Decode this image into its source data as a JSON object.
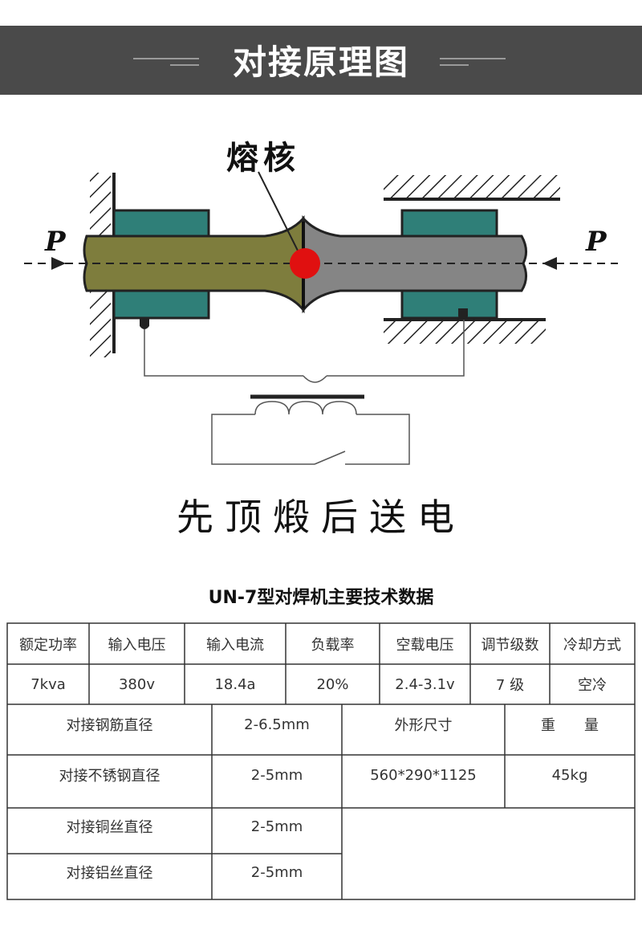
{
  "header": {
    "title": "对接原理图"
  },
  "diagram": {
    "nucleus_label": "熔核",
    "force_left": "P",
    "force_right": "P"
  },
  "caption": "先顶煅后送电",
  "table": {
    "title": "UN-7型对焊机主要技术数据",
    "row1_headers": [
      "额定功率",
      "输入电压",
      "输入电流",
      "负载率",
      "空载电压",
      "调节级数",
      "冷却方式"
    ],
    "row1_values": [
      "7kva",
      "380v",
      "18.4a",
      "20%",
      "2.4-3.1v",
      "7 级",
      "空冷"
    ],
    "rows": [
      {
        "label": "对接钢筋直径",
        "value": "2-6.5mm"
      },
      {
        "label": "对接不锈钢直径",
        "value": "2-5mm"
      },
      {
        "label": "对接铜丝直径",
        "value": "2-5mm"
      },
      {
        "label": "对接铝丝直径",
        "value": "2-5mm"
      }
    ],
    "size_label": "外形尺寸",
    "size_value": "560*290*1125",
    "weight_label": "重　　量",
    "weight_value": "45kg"
  }
}
